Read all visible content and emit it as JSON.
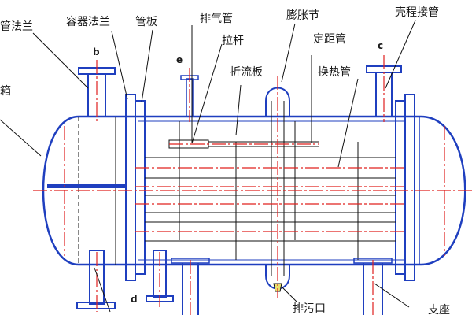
{
  "labels": {
    "tube_flange": "管法兰",
    "vessel_flange": "容器法兰",
    "tube_sheet": "管板",
    "vent_pipe": "排气管",
    "expansion_joint": "膨胀节",
    "shell_nozzle": "壳程接管",
    "tie_rod": "拉杆",
    "spacer_tube": "定距管",
    "baffle": "折流板",
    "heat_tube": "换热管",
    "channel_box": "箱",
    "drain_outlet": "排污口",
    "support": "支座"
  },
  "nozzle_tags": {
    "b": "b",
    "c": "c",
    "e": "e",
    "d": "d"
  },
  "colors": {
    "outline": "#1f3fbf",
    "centerline": "#e0201f",
    "leader": "#111111",
    "drain_fill": "#e8e070"
  }
}
